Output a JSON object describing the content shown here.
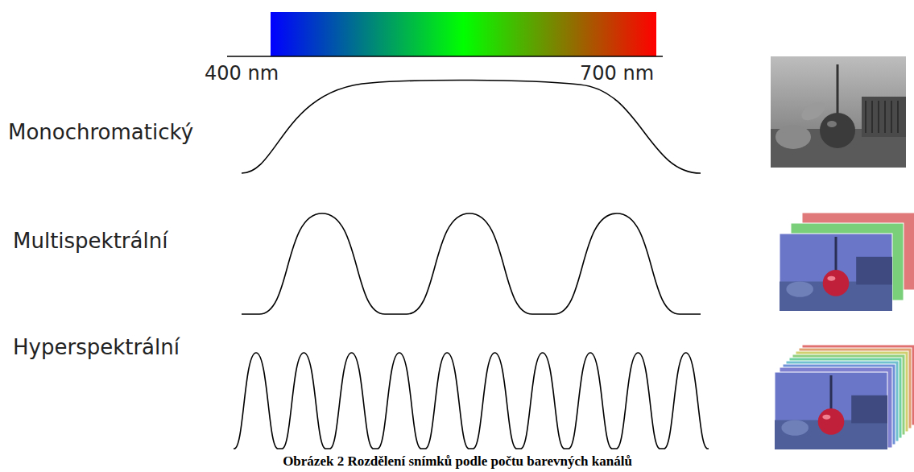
{
  "diagram": {
    "caption": "Obrázek 2 Rozdělení snímků podle počtu barevných kanálů",
    "labels": [
      "400 nm",
      "700 nm",
      "Monochromatický",
      "Multispektrální",
      "Hyperspektrální"
    ]
  }
}
